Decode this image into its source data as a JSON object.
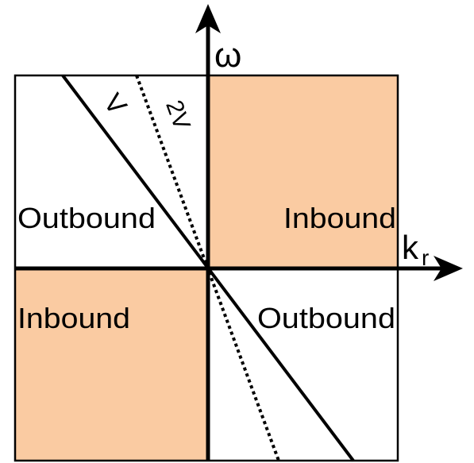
{
  "axes": {
    "x_label": "k",
    "x_subscript": "r",
    "y_label": "ω"
  },
  "quadrants": {
    "top_left": "Outbound",
    "top_right": "Inbound",
    "bottom_left": "Inbound",
    "bottom_right": "Outbound"
  },
  "lines": {
    "solid": "V",
    "dotted": "2V"
  },
  "colors": {
    "inbound_fill": "#FACBA2",
    "outbound_fill": "#FFFFFF",
    "ink": "#000000"
  }
}
